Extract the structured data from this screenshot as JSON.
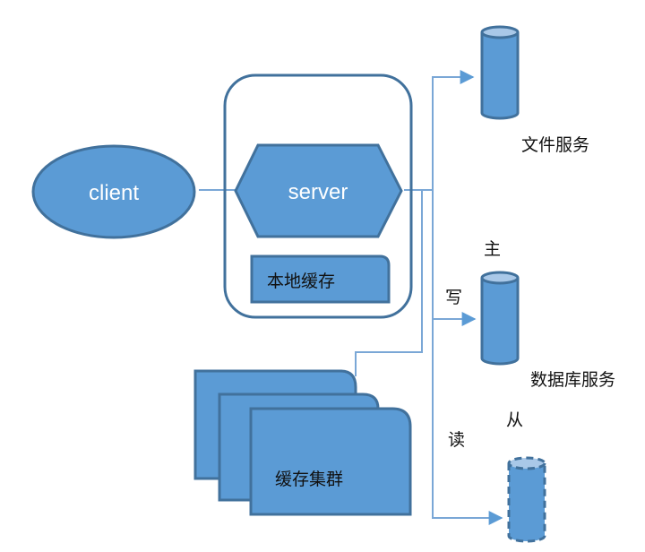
{
  "colors": {
    "fill": "#5b9bd5",
    "stroke": "#41719c",
    "connector": "#7aa7d6",
    "cylinder_top": "#a9c8e8"
  },
  "nodes": {
    "client": {
      "label": "client",
      "shape": "ellipse"
    },
    "server": {
      "label": "server",
      "shape": "hexagon"
    },
    "local_cache": {
      "label": "本地缓存",
      "shape": "rounded-rect"
    },
    "server_container": {
      "label": "",
      "shape": "rounded-rect-outline"
    },
    "file_service": {
      "label": "文件服务",
      "shape": "cylinder"
    },
    "db_master": {
      "label": "数据库服务",
      "role_label": "主",
      "shape": "cylinder"
    },
    "db_slave": {
      "role_label": "从",
      "shape": "cylinder-dashed"
    },
    "cache_cluster": {
      "label": "缓存集群",
      "shape": "stacked-rounded-rects"
    }
  },
  "edges": {
    "write_label": "写",
    "read_label": "读"
  }
}
